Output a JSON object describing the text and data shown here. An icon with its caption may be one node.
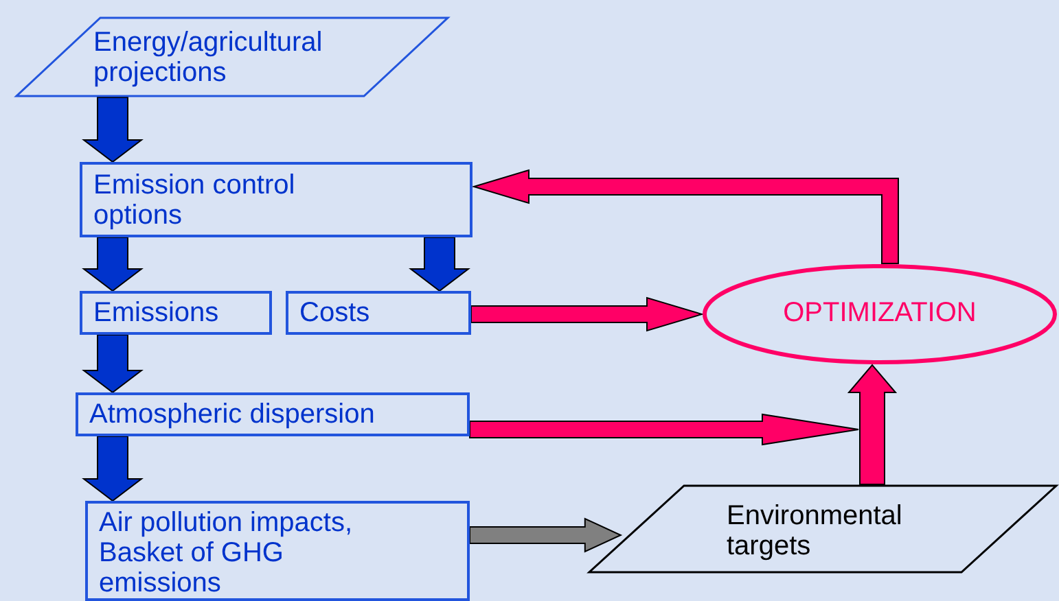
{
  "diagram": {
    "nodes": [
      {
        "text": [
          "Energy/agricultural projections"
        ]
      },
      {
        "text": [
          "Emission control options"
        ]
      },
      {
        "text": [
          "Emissions"
        ]
      },
      {
        "text": [
          "Costs"
        ]
      },
      {
        "text": [
          "Atmospheric dispersion"
        ]
      },
      {
        "text": [
          "Air pollution impacts, Basket of GHG emissions"
        ]
      },
      {
        "text": [
          "OPTIMIZATION"
        ]
      },
      {
        "text": [
          "Environmental targets"
        ]
      }
    ],
    "edges": [
      {
        "from": 0,
        "to": 1,
        "arrow": "to",
        "style": "thick"
      },
      {
        "from": 1,
        "to": 2,
        "arrow": "to",
        "style": "thick"
      },
      {
        "from": 1,
        "to": 3,
        "arrow": "to",
        "style": "thick"
      },
      {
        "from": 2,
        "to": 4,
        "arrow": "to",
        "style": "thick"
      },
      {
        "from": 4,
        "to": 5,
        "arrow": "to",
        "style": "thick"
      },
      {
        "from": 6,
        "to": 1,
        "arrow": "to",
        "style": "thick",
        "color": "#ff0066"
      },
      {
        "from": 3,
        "to": 6,
        "arrow": "to",
        "style": "thick",
        "color": "#ff0066"
      },
      {
        "from": 4,
        "to": 6,
        "arrow": "to",
        "style": "thick",
        "color": "#ff0066"
      },
      {
        "from": 7,
        "to": 6,
        "arrow": "to",
        "style": "thick",
        "color": "#ff0066"
      },
      {
        "from": 5,
        "to": 7,
        "arrow": "to",
        "style": "thick",
        "color": "#808080"
      }
    ]
  }
}
